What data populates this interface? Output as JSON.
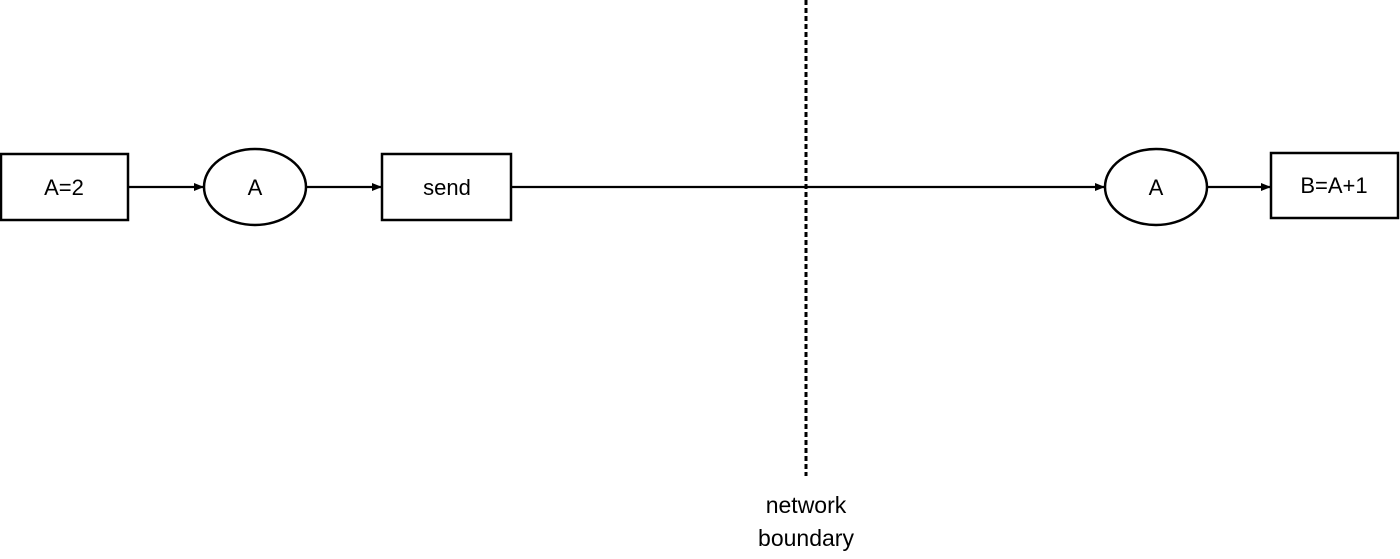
{
  "nodes": {
    "a_assign": "A=2",
    "a_local": "A",
    "send": "send",
    "a_remote": "A",
    "b_assign": "B=A+1"
  },
  "boundary": {
    "line1": "network",
    "line2": "boundary"
  },
  "colors": {
    "stroke": "#000000",
    "background": "#ffffff"
  }
}
